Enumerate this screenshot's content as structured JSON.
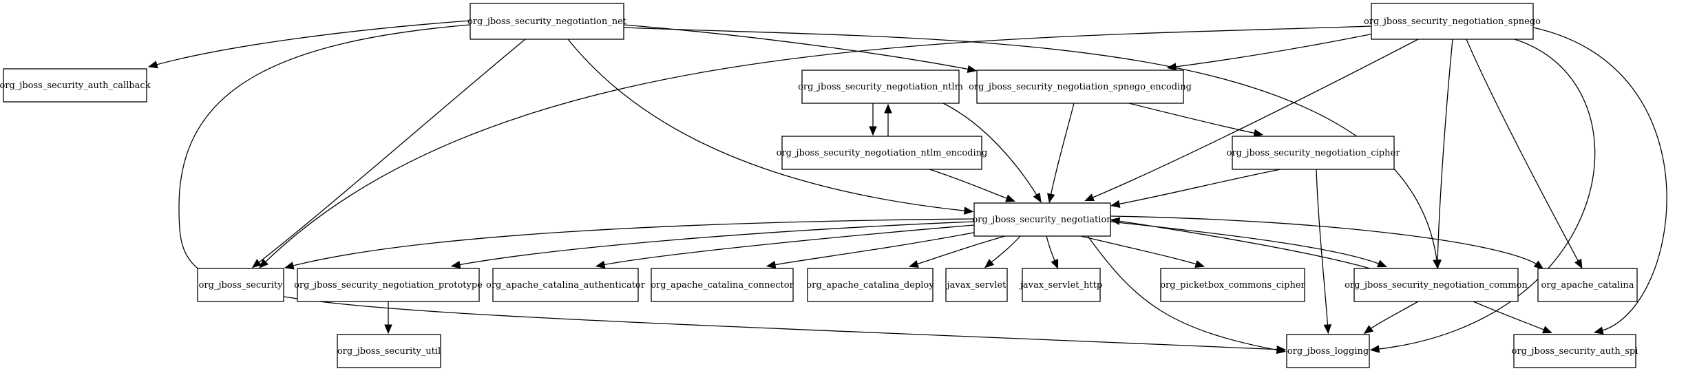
{
  "nodes": [
    {
      "id": "net",
      "label": "org_jboss_security_negotiation_net"
    },
    {
      "id": "spnego",
      "label": "org_jboss_security_negotiation_spnego"
    },
    {
      "id": "auth_callback",
      "label": "org_jboss_security_auth_callback"
    },
    {
      "id": "ntlm",
      "label": "org_jboss_security_negotiation_ntlm"
    },
    {
      "id": "spnego_encoding",
      "label": "org_jboss_security_negotiation_spnego_encoding"
    },
    {
      "id": "ntlm_encoding",
      "label": "org_jboss_security_negotiation_ntlm_encoding"
    },
    {
      "id": "cipher",
      "label": "org_jboss_security_negotiation_cipher"
    },
    {
      "id": "negotiation",
      "label": "org_jboss_security_negotiation"
    },
    {
      "id": "security",
      "label": "org_jboss_security"
    },
    {
      "id": "prototype",
      "label": "org_jboss_security_negotiation_prototype"
    },
    {
      "id": "authenticator",
      "label": "org_apache_catalina_authenticator"
    },
    {
      "id": "connector",
      "label": "org_apache_catalina_connector"
    },
    {
      "id": "deploy",
      "label": "org_apache_catalina_deploy"
    },
    {
      "id": "javax_servlet",
      "label": "javax_servlet"
    },
    {
      "id": "javax_servlet_http",
      "label": "javax_servlet_http"
    },
    {
      "id": "picketbox",
      "label": "org_picketbox_commons_cipher"
    },
    {
      "id": "common",
      "label": "org_jboss_security_negotiation_common"
    },
    {
      "id": "catalina",
      "label": "org_apache_catalina"
    },
    {
      "id": "util",
      "label": "org_jboss_security_util"
    },
    {
      "id": "logging",
      "label": "org_jboss_logging"
    },
    {
      "id": "auth_spi",
      "label": "org_jboss_security_auth_spi"
    }
  ],
  "edges": [
    {
      "from": "net",
      "to": "auth_callback"
    },
    {
      "from": "net",
      "to": "spnego_encoding"
    },
    {
      "from": "net",
      "to": "security"
    },
    {
      "from": "net",
      "to": "negotiation"
    },
    {
      "from": "net",
      "to": "common"
    },
    {
      "from": "net",
      "to": "logging"
    },
    {
      "from": "spnego",
      "to": "spnego_encoding"
    },
    {
      "from": "spnego",
      "to": "security"
    },
    {
      "from": "spnego",
      "to": "negotiation"
    },
    {
      "from": "spnego",
      "to": "common"
    },
    {
      "from": "spnego",
      "to": "catalina"
    },
    {
      "from": "spnego",
      "to": "logging"
    },
    {
      "from": "spnego",
      "to": "auth_spi"
    },
    {
      "from": "ntlm",
      "to": "ntlm_encoding"
    },
    {
      "from": "ntlm_encoding",
      "to": "ntlm"
    },
    {
      "from": "ntlm",
      "to": "negotiation"
    },
    {
      "from": "ntlm_encoding",
      "to": "negotiation"
    },
    {
      "from": "spnego_encoding",
      "to": "negotiation"
    },
    {
      "from": "spnego_encoding",
      "to": "cipher"
    },
    {
      "from": "cipher",
      "to": "negotiation"
    },
    {
      "from": "cipher",
      "to": "logging"
    },
    {
      "from": "negotiation",
      "to": "security"
    },
    {
      "from": "negotiation",
      "to": "prototype"
    },
    {
      "from": "negotiation",
      "to": "authenticator"
    },
    {
      "from": "negotiation",
      "to": "connector"
    },
    {
      "from": "negotiation",
      "to": "deploy"
    },
    {
      "from": "negotiation",
      "to": "javax_servlet"
    },
    {
      "from": "negotiation",
      "to": "javax_servlet_http"
    },
    {
      "from": "negotiation",
      "to": "picketbox"
    },
    {
      "from": "negotiation",
      "to": "common"
    },
    {
      "from": "common",
      "to": "negotiation"
    },
    {
      "from": "negotiation",
      "to": "catalina"
    },
    {
      "from": "negotiation",
      "to": "logging"
    },
    {
      "from": "prototype",
      "to": "util"
    },
    {
      "from": "common",
      "to": "logging"
    },
    {
      "from": "common",
      "to": "auth_spi"
    }
  ]
}
